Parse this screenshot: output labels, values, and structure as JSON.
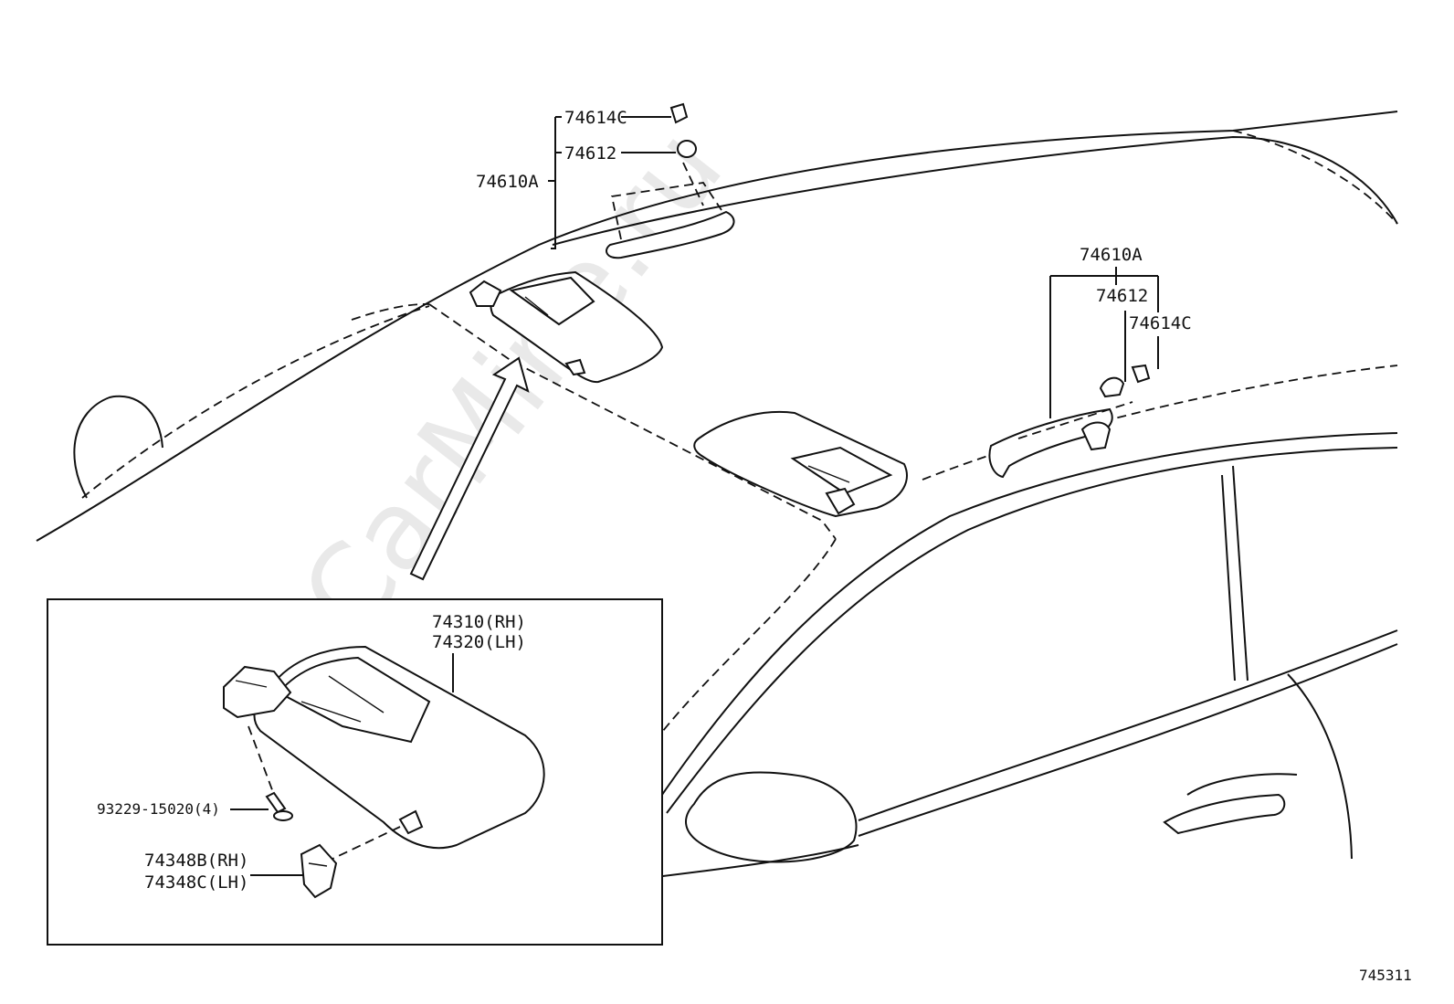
{
  "watermark": "ToyotaCarMine.ru",
  "figure_id": "745311",
  "callouts": {
    "grip_front": {
      "assembly": "74610A",
      "clip": "74614C",
      "cap": "74612"
    },
    "grip_rear": {
      "assembly": "74610A",
      "cap": "74612",
      "clip": "74614C"
    },
    "inset": {
      "visor_rh": "74310(RH)",
      "visor_lh": "74320(LH)",
      "screw": "93229-15020(4)",
      "holder_rh": "74348B(RH)",
      "holder_lh": "74348C(LH)"
    }
  }
}
